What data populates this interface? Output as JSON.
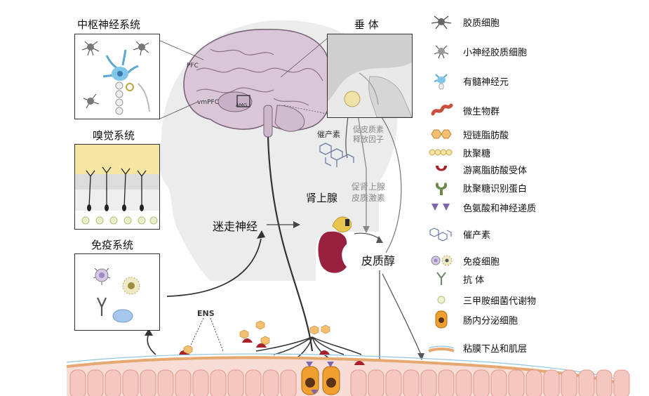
{
  "labels": {
    "cns": "中枢神经系统",
    "pituitary": "垂 体",
    "olfactory": "嗅觉系统",
    "immune": "免疫系统",
    "vagus": "迷走神经",
    "adrenal": "肾上腺",
    "cortisol": "皮质醇",
    "catecholamine": "催产素",
    "crf": "促皮质素\n释放因子",
    "acth": "促肾上腺\n皮质激素",
    "ens": "ENS",
    "pfc": "PFC",
    "vmpfc": "vmPFC",
    "amg": "AMG"
  },
  "legend": [
    {
      "icon": "astrocyte-icon",
      "text": "胶质细胞"
    },
    {
      "icon": "microglia-icon",
      "text": "小神经胶质细胞"
    },
    {
      "icon": "myelinated-neuron-icon",
      "text": "有髓神经元"
    },
    {
      "icon": "microbiota-icon",
      "text": "微生物群"
    },
    {
      "icon": "scfa-icon",
      "text": "短链脂肪酸"
    },
    {
      "icon": "peptidoglycan-icon",
      "text": "肽聚糖"
    },
    {
      "icon": "ffar-icon",
      "text": "游离脂肪酸受体"
    },
    {
      "icon": "pgrp-icon",
      "text": "肽聚糖识别蛋白"
    },
    {
      "icon": "tryptophan-neurotransmitter-icon",
      "text": "色氨酸和神经递质"
    },
    {
      "icon": "oxytocin-molecule-icon",
      "text": "催产素"
    },
    {
      "icon": "immune-cell-icon",
      "text": "免疫细胞"
    },
    {
      "icon": "antibody-icon",
      "text": "抗 体"
    },
    {
      "icon": "tma-metabolite-icon",
      "text": "三甲胺细菌代谢物"
    },
    {
      "icon": "enteroendocrine-cell-icon",
      "text": "肠内分泌细胞"
    },
    {
      "icon": "submucosal-plexus-icon",
      "text": "粘膜下丛和肌层"
    }
  ],
  "colors": {
    "brain": "#d9c7d8",
    "brain_outline": "#7a6478",
    "head": "#ececec",
    "neuron_blue": "#7fc6e8",
    "gut_cell": "#f4c7c0",
    "gut_border": "#e09a8f",
    "enteroendocrine": "#f0a030",
    "kidney": "#9a2040",
    "adrenal": "#e8c650",
    "receptor_red": "#a8202a",
    "scfa": "#f4c070"
  }
}
